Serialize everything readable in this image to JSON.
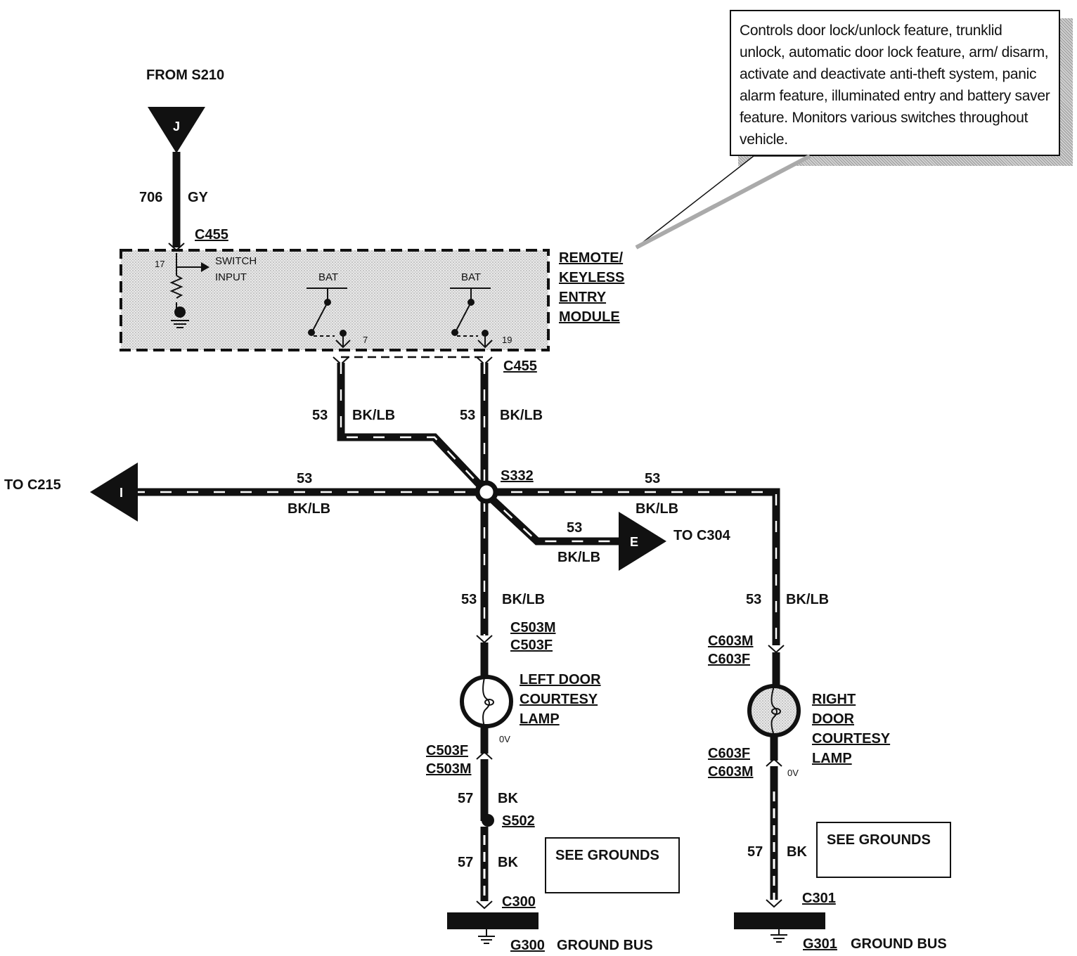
{
  "from_label": "FROM  S210",
  "connector_J": "J",
  "wire_706": {
    "circuit": "706",
    "color": "GY"
  },
  "connector_c455_top": "C455",
  "module": {
    "title_lines": [
      "REMOTE/",
      "KEYLESS",
      "ENTRY",
      "MODULE"
    ],
    "pin_17": "17",
    "switch_input": [
      "SWITCH",
      "INPUT"
    ],
    "bat_1": "BAT",
    "bat_2": "BAT",
    "pin_7": "7",
    "pin_19": "19"
  },
  "connector_c455_bottom": "C455",
  "wire_left": {
    "circuit": "53",
    "color": "BK/LB"
  },
  "wire_right": {
    "circuit": "53",
    "color": "BK/LB"
  },
  "splice_s332": "S332",
  "to_c215": {
    "label": "TO C215",
    "connector": "I",
    "circuit": "53",
    "color": "BK/LB"
  },
  "to_c304": {
    "label": "TO  C304",
    "connector": "E",
    "circuit": "53",
    "color": "BK/LB"
  },
  "right_branch": {
    "circuit": "53",
    "color": "BK/LB"
  },
  "left_drop": {
    "circuit": "53",
    "color": "BK/LB"
  },
  "right_drop": {
    "circuit": "53",
    "color": "BK/LB"
  },
  "left_lamp": {
    "connector_top": [
      "C503M",
      "C503F"
    ],
    "name_lines": [
      "LEFT DOOR",
      "COURTESY",
      "LAMP"
    ],
    "voltage": "0V",
    "connector_bottom": [
      "C503F",
      "C503M"
    ]
  },
  "right_lamp": {
    "connector_top": [
      "C603M",
      "C603F"
    ],
    "name_lines": [
      "RIGHT",
      "DOOR",
      "COURTESY",
      "LAMP"
    ],
    "voltage": "0V",
    "connector_bottom": [
      "C603F",
      "C603M"
    ]
  },
  "left_ground": {
    "wire_upper": {
      "circuit": "57",
      "color": "BK"
    },
    "splice": "S502",
    "wire_lower": {
      "circuit": "57",
      "color": "BK"
    },
    "see_grounds": "SEE GROUNDS",
    "connector": "C300",
    "ground_id": "G300",
    "ground_label": "GROUND BUS"
  },
  "right_ground": {
    "wire": {
      "circuit": "57",
      "color": "BK"
    },
    "see_grounds": "SEE GROUNDS",
    "connector": "C301",
    "ground_id": "G301",
    "ground_label": "GROUND BUS"
  },
  "note": "Controls door lock/unlock feature, trunklid unlock, automatic door lock feature, arm/ disarm, activate and deactivate anti-theft system, panic alarm feature, illuminated entry and battery saver feature.  Monitors various switches throughout vehicle."
}
